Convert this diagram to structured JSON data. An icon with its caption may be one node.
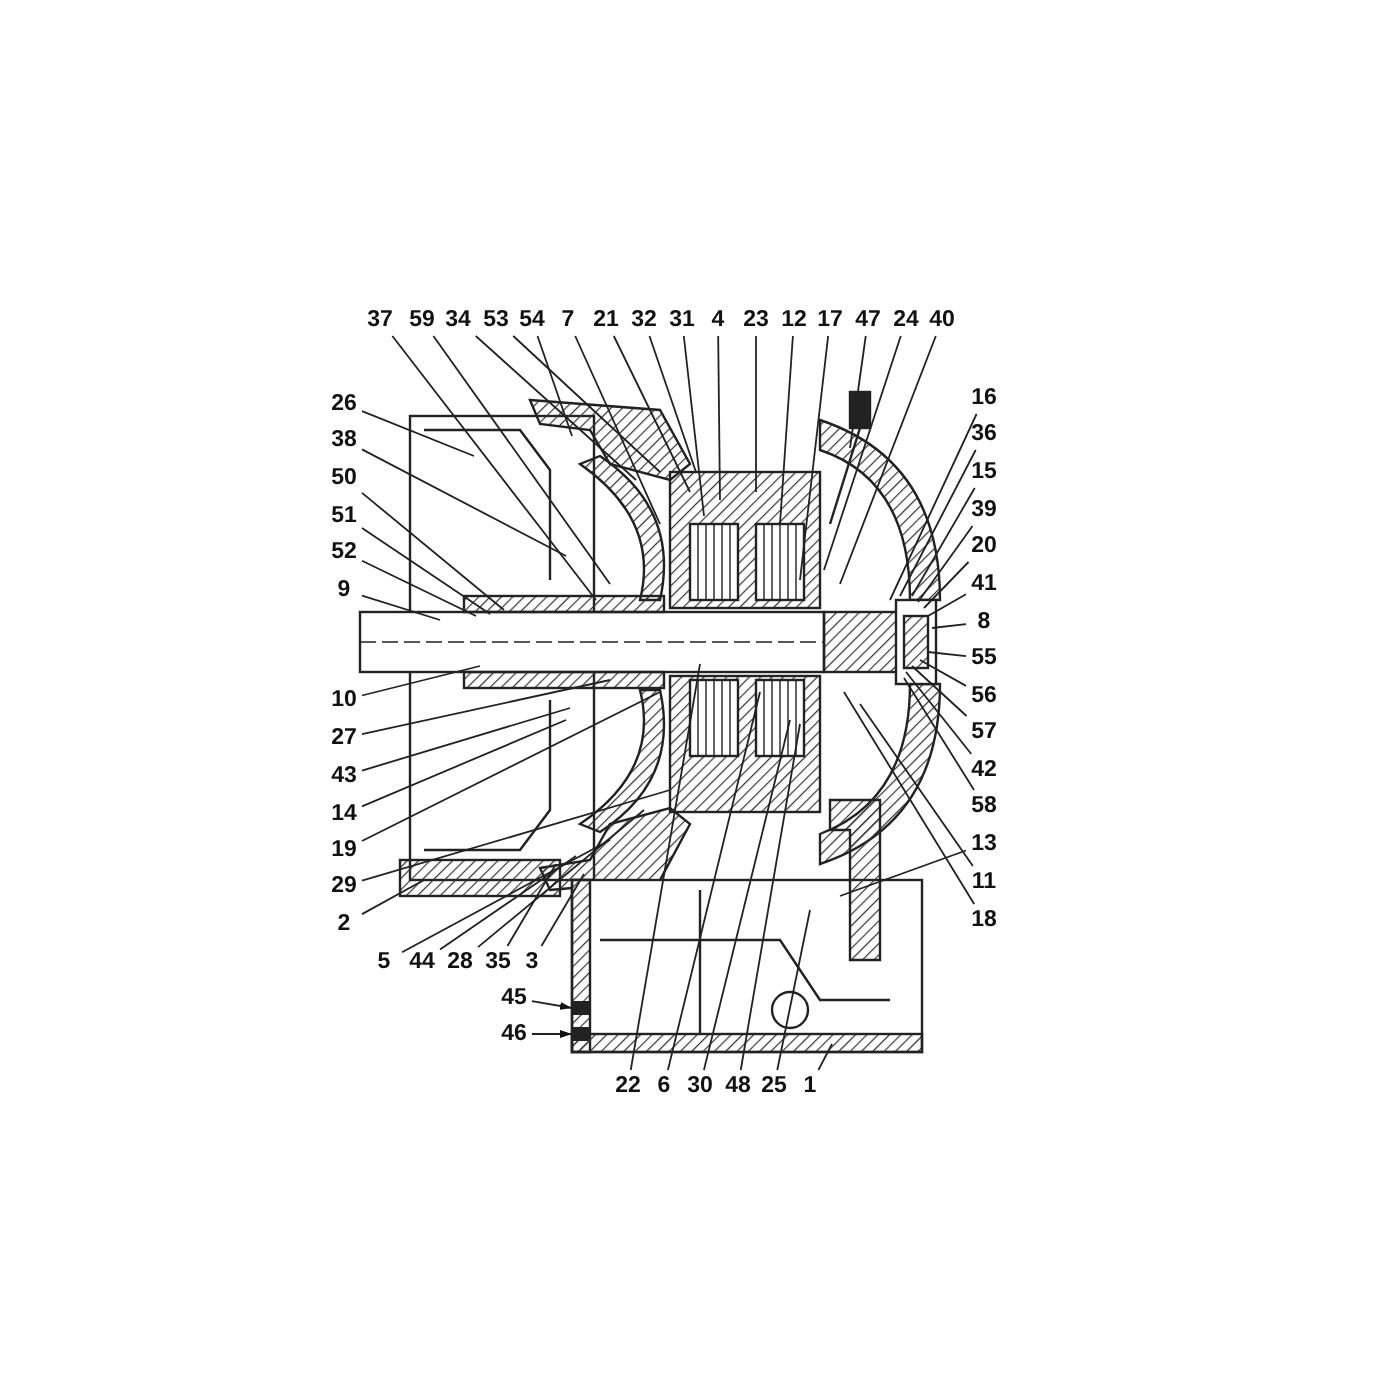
{
  "diagram": {
    "nodes": [
      {
        "text": [
          "37"
        ]
      },
      {
        "text": [
          "59"
        ]
      },
      {
        "text": [
          "34"
        ]
      },
      {
        "text": [
          "53"
        ]
      },
      {
        "text": [
          "54"
        ]
      },
      {
        "text": [
          "7"
        ]
      },
      {
        "text": [
          "21"
        ]
      },
      {
        "text": [
          "32"
        ]
      },
      {
        "text": [
          "31"
        ]
      },
      {
        "text": [
          "4"
        ]
      },
      {
        "text": [
          "23"
        ]
      },
      {
        "text": [
          "12"
        ]
      },
      {
        "text": [
          "17"
        ]
      },
      {
        "text": [
          "47"
        ]
      },
      {
        "text": [
          "24"
        ]
      },
      {
        "text": [
          "40"
        ]
      },
      {
        "text": [
          "26"
        ]
      },
      {
        "text": [
          "38"
        ]
      },
      {
        "text": [
          "50"
        ]
      },
      {
        "text": [
          "51"
        ]
      },
      {
        "text": [
          "52"
        ]
      },
      {
        "text": [
          "9"
        ]
      },
      {
        "text": [
          "10"
        ]
      },
      {
        "text": [
          "27"
        ]
      },
      {
        "text": [
          "43"
        ]
      },
      {
        "text": [
          "14"
        ]
      },
      {
        "text": [
          "19"
        ]
      },
      {
        "text": [
          "29"
        ]
      },
      {
        "text": [
          "2"
        ]
      },
      {
        "text": [
          "5"
        ]
      },
      {
        "text": [
          "44"
        ]
      },
      {
        "text": [
          "28"
        ]
      },
      {
        "text": [
          "35"
        ]
      },
      {
        "text": [
          "3"
        ]
      },
      {
        "text": [
          "45"
        ]
      },
      {
        "text": [
          "46"
        ]
      },
      {
        "text": [
          "22"
        ]
      },
      {
        "text": [
          "6"
        ]
      },
      {
        "text": [
          "30"
        ]
      },
      {
        "text": [
          "48"
        ]
      },
      {
        "text": [
          "25"
        ]
      },
      {
        "text": [
          "1"
        ]
      },
      {
        "text": [
          "16"
        ]
      },
      {
        "text": [
          "36"
        ]
      },
      {
        "text": [
          "15"
        ]
      },
      {
        "text": [
          "39"
        ]
      },
      {
        "text": [
          "20"
        ]
      },
      {
        "text": [
          "41"
        ]
      },
      {
        "text": [
          "8"
        ]
      },
      {
        "text": [
          "55"
        ]
      },
      {
        "text": [
          "56"
        ]
      },
      {
        "text": [
          "57"
        ]
      },
      {
        "text": [
          "42"
        ]
      },
      {
        "text": [
          "58"
        ]
      },
      {
        "text": [
          "13"
        ]
      },
      {
        "text": [
          "11"
        ]
      },
      {
        "text": [
          "18"
        ]
      },
      {
        "text": [],
        "shape": "box"
      },
      {
        "text": [],
        "shape": "box"
      }
    ],
    "edges": [
      {
        "from": 0,
        "to": null,
        "arrow": "none"
      },
      {
        "from": 1,
        "to": null,
        "arrow": "none"
      },
      {
        "from": 2,
        "to": null,
        "arrow": "none"
      },
      {
        "from": 3,
        "to": null,
        "arrow": "none"
      },
      {
        "from": 4,
        "to": null,
        "arrow": "none"
      },
      {
        "from": 5,
        "to": null,
        "arrow": "none"
      },
      {
        "from": 6,
        "to": null,
        "arrow": "none"
      },
      {
        "from": 7,
        "to": null,
        "arrow": "none"
      },
      {
        "from": 8,
        "to": null,
        "arrow": "none"
      },
      {
        "from": 9,
        "to": null,
        "arrow": "none"
      },
      {
        "from": 10,
        "to": null,
        "arrow": "none"
      },
      {
        "from": 11,
        "to": null,
        "arrow": "none"
      },
      {
        "from": 12,
        "to": null,
        "arrow": "none"
      },
      {
        "from": 13,
        "to": null,
        "arrow": "none"
      },
      {
        "from": 14,
        "to": null,
        "arrow": "none"
      },
      {
        "from": 15,
        "to": null,
        "arrow": "none"
      },
      {
        "from": 16,
        "to": null,
        "arrow": "none"
      },
      {
        "from": 17,
        "to": null,
        "arrow": "none"
      },
      {
        "from": 18,
        "to": null,
        "arrow": "none"
      },
      {
        "from": 19,
        "to": null,
        "arrow": "none"
      },
      {
        "from": 20,
        "to": null,
        "arrow": "none"
      },
      {
        "from": 21,
        "to": null,
        "arrow": "none"
      },
      {
        "from": 22,
        "to": null,
        "arrow": "none"
      },
      {
        "from": 23,
        "to": null,
        "arrow": "none"
      },
      {
        "from": 24,
        "to": null,
        "arrow": "none"
      },
      {
        "from": 25,
        "to": null,
        "arrow": "none"
      },
      {
        "from": 26,
        "to": null,
        "arrow": "none"
      },
      {
        "from": 27,
        "to": null,
        "arrow": "none"
      },
      {
        "from": 28,
        "to": null,
        "arrow": "none"
      },
      {
        "from": 29,
        "to": null,
        "arrow": "none"
      },
      {
        "from": 30,
        "to": null,
        "arrow": "none"
      },
      {
        "from": 31,
        "to": null,
        "arrow": "none"
      },
      {
        "from": 32,
        "to": null,
        "arrow": "none"
      },
      {
        "from": 33,
        "to": null,
        "arrow": "none"
      },
      {
        "from": 34,
        "to": 57,
        "arrow": "to"
      },
      {
        "from": 35,
        "to": 58,
        "arrow": "to"
      },
      {
        "from": 36,
        "to": null,
        "arrow": "none"
      },
      {
        "from": 37,
        "to": null,
        "arrow": "none"
      },
      {
        "from": 38,
        "to": null,
        "arrow": "none"
      },
      {
        "from": 39,
        "to": null,
        "arrow": "none"
      },
      {
        "from": 40,
        "to": null,
        "arrow": "none"
      },
      {
        "from": 41,
        "to": null,
        "arrow": "none"
      },
      {
        "from": 42,
        "to": null,
        "arrow": "none"
      },
      {
        "from": 43,
        "to": null,
        "arrow": "none"
      },
      {
        "from": 44,
        "to": null,
        "arrow": "none"
      },
      {
        "from": 45,
        "to": null,
        "arrow": "none"
      },
      {
        "from": 46,
        "to": null,
        "arrow": "none"
      },
      {
        "from": 47,
        "to": null,
        "arrow": "none"
      },
      {
        "from": 48,
        "to": null,
        "arrow": "none"
      },
      {
        "from": 49,
        "to": null,
        "arrow": "none"
      },
      {
        "from": 50,
        "to": null,
        "arrow": "none"
      },
      {
        "from": 51,
        "to": null,
        "arrow": "none"
      },
      {
        "from": 52,
        "to": null,
        "arrow": "none"
      },
      {
        "from": 53,
        "to": null,
        "arrow": "none"
      },
      {
        "from": 54,
        "to": null,
        "arrow": "none"
      },
      {
        "from": 55,
        "to": null,
        "arrow": "none"
      },
      {
        "from": 56,
        "to": null,
        "arrow": "none"
      }
    ]
  }
}
